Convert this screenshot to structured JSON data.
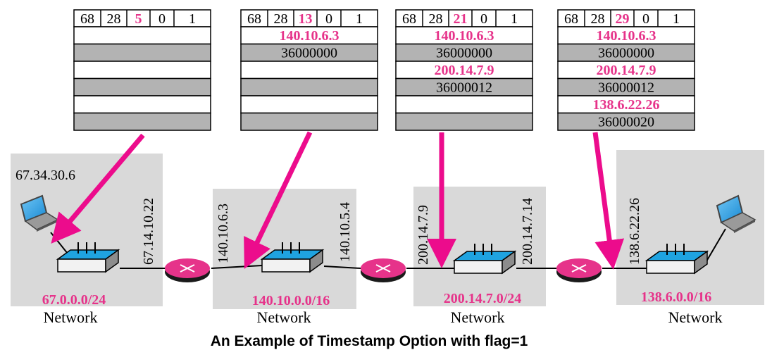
{
  "caption": "An Example of Timestamp Option with flag=1",
  "option_boxes": [
    {
      "header": [
        "68",
        "28",
        "5",
        "0",
        "1"
      ],
      "pointer_index": 2,
      "rows": [
        "",
        "",
        "",
        "",
        "",
        ""
      ]
    },
    {
      "header": [
        "68",
        "28",
        "13",
        "0",
        "1"
      ],
      "pointer_index": 2,
      "rows": [
        "140.10.6.3",
        "36000000",
        "",
        "",
        "",
        ""
      ]
    },
    {
      "header": [
        "68",
        "28",
        "21",
        "0",
        "1"
      ],
      "pointer_index": 2,
      "rows": [
        "140.10.6.3",
        "36000000",
        "200.14.7.9",
        "36000012",
        "",
        ""
      ]
    },
    {
      "header": [
        "68",
        "28",
        "29",
        "0",
        "1"
      ],
      "pointer_index": 2,
      "rows": [
        "140.10.6.3",
        "36000000",
        "200.14.7.9",
        "36000012",
        "138.6.22.26",
        "36000020"
      ]
    }
  ],
  "networks": [
    {
      "address": "67.0.0.0/24",
      "label": "Network"
    },
    {
      "address": "140.10.0.0/16",
      "label": "Network"
    },
    {
      "address": "200.14.7.0/24",
      "label": "Network"
    },
    {
      "address": "138.6.0.0/16",
      "label": "Network"
    }
  ],
  "host_left": {
    "ip": "67.34.30.6"
  },
  "interface_ips": {
    "r1_out": "67.14.10.22",
    "r2_in": "140.10.6.3",
    "r2_out": "140.10.5.4",
    "r3_in": "200.14.7.9",
    "r3_out": "200.14.7.14",
    "r4_in": "138.6.22.26"
  },
  "colors": {
    "accent": "#e6338a",
    "arrow": "#ec0c8c",
    "network_bg": "#d9d9d9",
    "shaded_row": "#b3b3b3",
    "router_blue": "#1fa3e0",
    "wan_fill": "#e6338a"
  }
}
